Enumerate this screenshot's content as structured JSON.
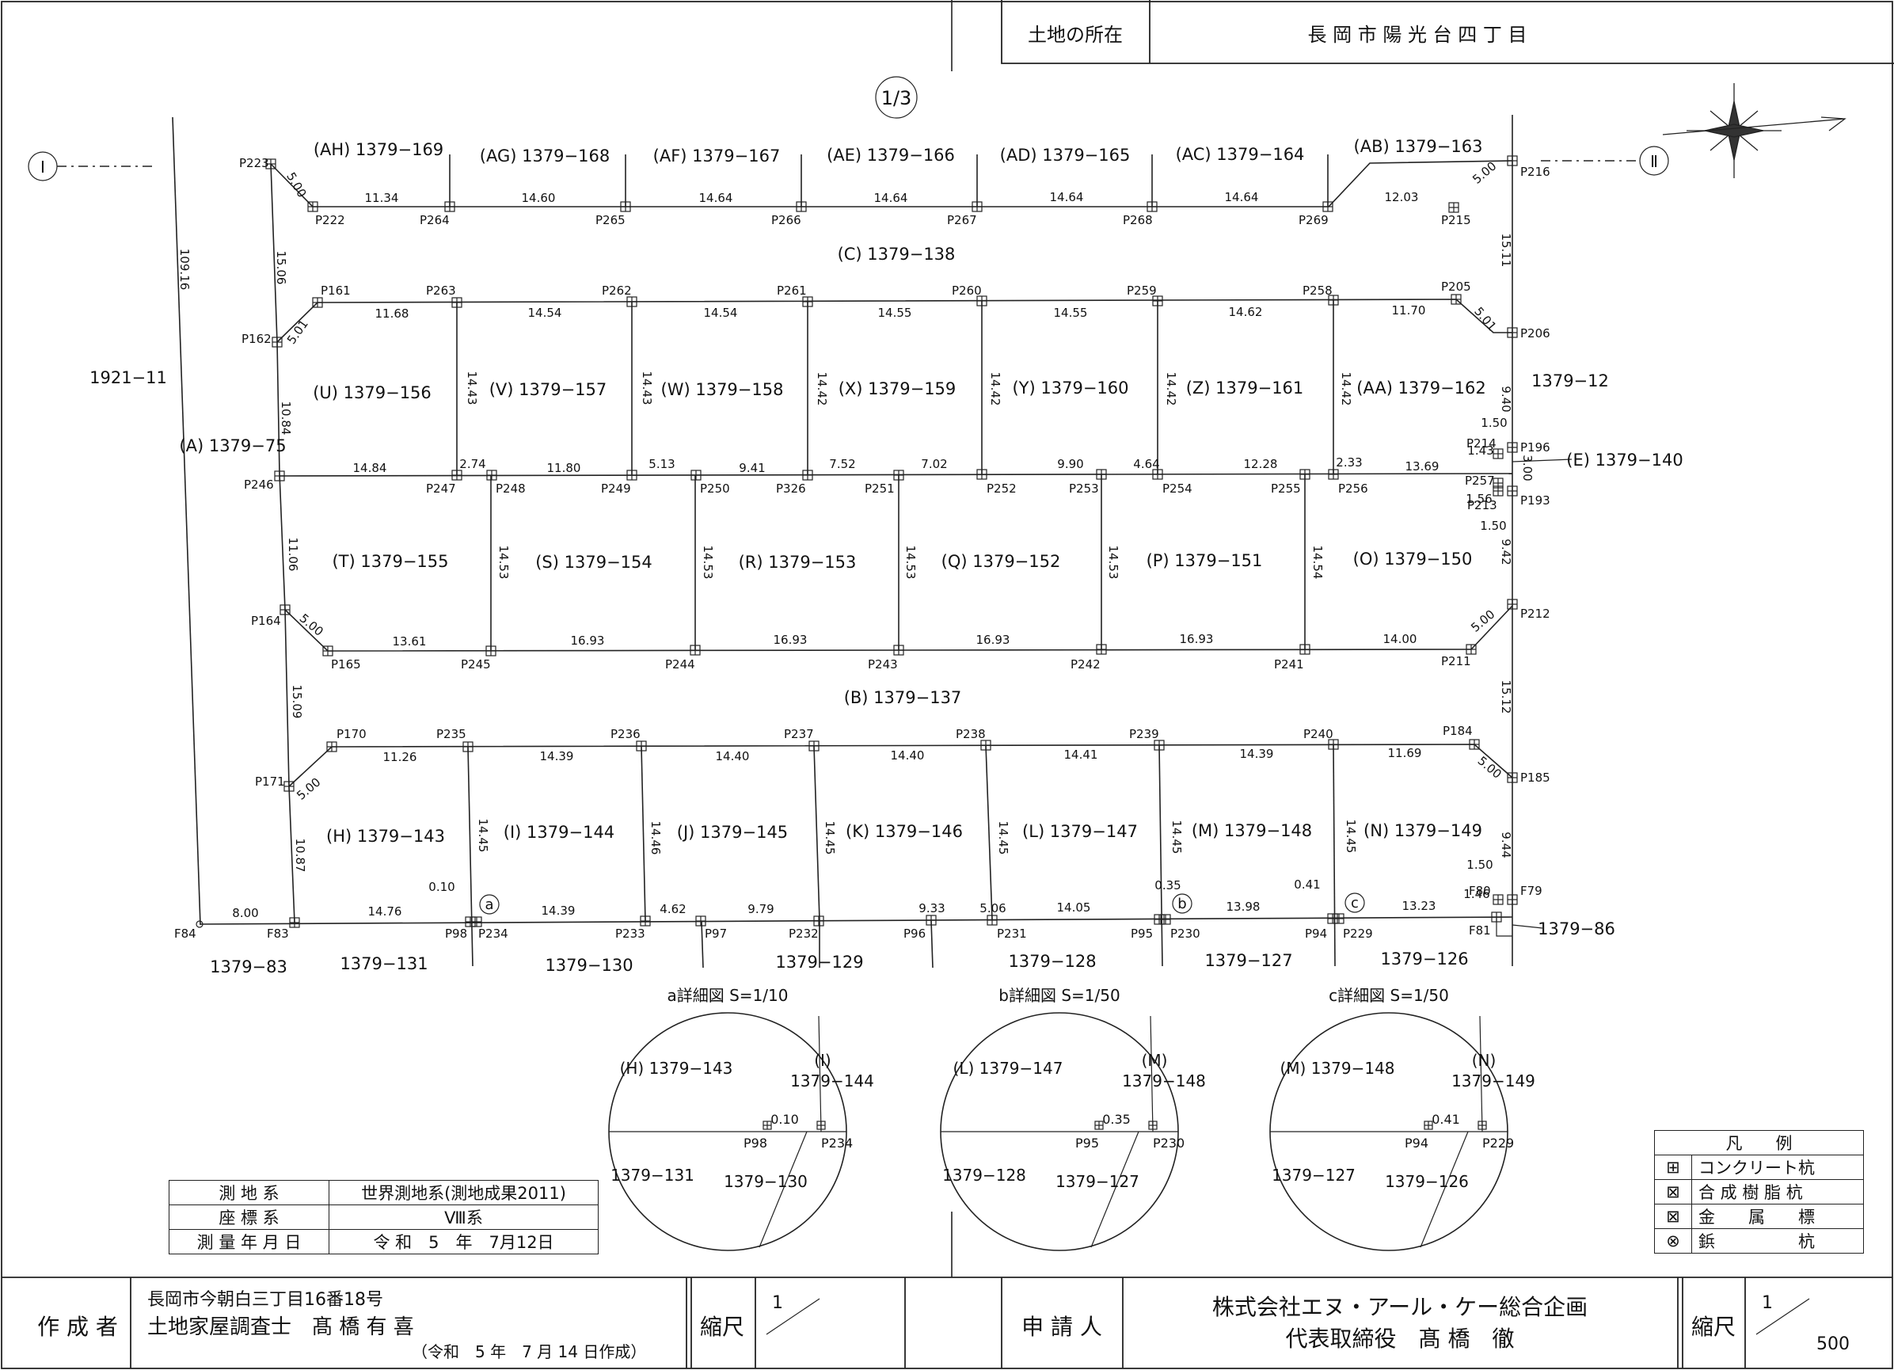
{
  "header": {
    "location_label": "土地の所在",
    "location_value": "長 岡 市 陽 光 台 四 丁 目",
    "page_no": "1/3"
  },
  "markers": {
    "left": "Ⅰ",
    "right": "Ⅱ"
  },
  "parcels": [
    {
      "id": "AH",
      "text": "(AH) 1379−169"
    },
    {
      "id": "AG",
      "text": "(AG) 1379−168"
    },
    {
      "id": "AF",
      "text": "(AF) 1379−167"
    },
    {
      "id": "AE",
      "text": "(AE) 1379−166"
    },
    {
      "id": "AD",
      "text": "(AD) 1379−165"
    },
    {
      "id": "AC",
      "text": "(AC) 1379−164"
    },
    {
      "id": "AB",
      "text": "(AB) 1379−163"
    },
    {
      "id": "C",
      "text": "(C) 1379−138"
    },
    {
      "id": "U",
      "text": "(U) 1379−156"
    },
    {
      "id": "V",
      "text": "(V) 1379−157"
    },
    {
      "id": "W",
      "text": "(W) 1379−158"
    },
    {
      "id": "X",
      "text": "(X) 1379−159"
    },
    {
      "id": "Y",
      "text": "(Y) 1379−160"
    },
    {
      "id": "Z",
      "text": "(Z) 1379−161"
    },
    {
      "id": "AA",
      "text": "(AA) 1379−162"
    },
    {
      "id": "A",
      "text": "(A) 1379−75"
    },
    {
      "id": "n1921",
      "text": "1921−11"
    },
    {
      "id": "n137912",
      "text": "1379−12"
    },
    {
      "id": "E",
      "text": "(E) 1379−140"
    },
    {
      "id": "T",
      "text": "(T) 1379−155"
    },
    {
      "id": "S",
      "text": "(S) 1379−154"
    },
    {
      "id": "R",
      "text": "(R) 1379−153"
    },
    {
      "id": "Q",
      "text": "(Q) 1379−152"
    },
    {
      "id": "P",
      "text": "(P) 1379−151"
    },
    {
      "id": "O",
      "text": "(O) 1379−150"
    },
    {
      "id": "B",
      "text": "(B) 1379−137"
    },
    {
      "id": "H",
      "text": "(H) 1379−143"
    },
    {
      "id": "I",
      "text": "(I) 1379−144"
    },
    {
      "id": "J",
      "text": "(J) 1379−145"
    },
    {
      "id": "K",
      "text": "(K) 1379−146"
    },
    {
      "id": "L",
      "text": "(L) 1379−147"
    },
    {
      "id": "M",
      "text": "(M) 1379−148"
    },
    {
      "id": "N",
      "text": "(N) 1379−149"
    },
    {
      "id": "b83",
      "text": "1379−83"
    },
    {
      "id": "b131",
      "text": "1379−131"
    },
    {
      "id": "b130",
      "text": "1379−130"
    },
    {
      "id": "b129",
      "text": "1379−129"
    },
    {
      "id": "b128",
      "text": "1379−128"
    },
    {
      "id": "b127",
      "text": "1379−127"
    },
    {
      "id": "b126",
      "text": "1379−126"
    },
    {
      "id": "b86",
      "text": "1379−86"
    }
  ],
  "points": [
    "P223",
    "P222",
    "P264",
    "P265",
    "P266",
    "P267",
    "P268",
    "P269",
    "P215",
    "P216",
    "P161",
    "P162",
    "P263",
    "P262",
    "P261",
    "P260",
    "P259",
    "P258",
    "P205",
    "P206",
    "P246",
    "P247",
    "P248",
    "P249",
    "P250",
    "P326",
    "P251",
    "P252",
    "P253",
    "P254",
    "P255",
    "P256",
    "P214",
    "P196",
    "P257",
    "P213",
    "P193",
    "P164",
    "P165",
    "P245",
    "P244",
    "P243",
    "P242",
    "P241",
    "P211",
    "P212",
    "P170",
    "P171",
    "P235",
    "P236",
    "P237",
    "P238",
    "P239",
    "P240",
    "P184",
    "P185",
    "F84",
    "F83",
    "P98",
    "P234",
    "P233",
    "P97",
    "P232",
    "P96",
    "P231",
    "P95",
    "P230",
    "P94",
    "P229",
    "F80",
    "F79",
    "F81"
  ],
  "distances": [
    "5.00",
    "11.34",
    "14.60",
    "14.64",
    "14.64",
    "14.64",
    "14.64",
    "12.03",
    "5.00",
    "15.11",
    "15.06",
    "109.16",
    "5.01",
    "11.68",
    "14.54",
    "14.54",
    "14.55",
    "14.55",
    "14.62",
    "11.70",
    "5.01",
    "9.40",
    "10.84",
    "14.43",
    "14.43",
    "14.42",
    "14.42",
    "14.42",
    "14.42",
    "14.84",
    "2.74",
    "11.80",
    "5.13",
    "9.41",
    "7.52",
    "7.02",
    "9.90",
    "4.64",
    "12.28",
    "2.33",
    "13.69",
    "1.50",
    "1.43",
    "3.00",
    "1.56",
    "1.50",
    "9.42",
    "11.06",
    "14.53",
    "14.53",
    "14.53",
    "14.53",
    "14.54",
    "5.00",
    "13.61",
    "16.93",
    "16.93",
    "16.93",
    "16.93",
    "14.00",
    "5.00",
    "15.12",
    "15.09",
    "11.26",
    "14.39",
    "14.40",
    "14.40",
    "14.41",
    "14.39",
    "11.69",
    "5.00",
    "5.00",
    "10.87",
    "14.45",
    "14.46",
    "14.45",
    "14.45",
    "14.45",
    "14.45",
    "9.44",
    "8.00",
    "14.76",
    "14.39",
    "4.62",
    "9.79",
    "9.33",
    "5.06",
    "14.05",
    "13.98",
    "13.23",
    "0.10",
    "0.35",
    "0.41",
    "1.50",
    "1.46"
  ],
  "detail_marks": [
    "a",
    "b",
    "c"
  ],
  "details": [
    {
      "title": "a詳細図 S=1/10",
      "tl": "(H) 1379−143",
      "tr1": "(I)",
      "tr2": "1379−144",
      "dist": "0.10",
      "pl": "P98",
      "pr": "P234",
      "bl": "1379−131",
      "br": "1379−130"
    },
    {
      "title": "b詳細図 S=1/50",
      "tl": "(L) 1379−147",
      "tr1": "(M)",
      "tr2": "1379−148",
      "dist": "0.35",
      "pl": "P95",
      "pr": "P230",
      "bl": "1379−128",
      "br": "1379−127"
    },
    {
      "title": "c詳細図 S=1/50",
      "tl": "(M) 1379−148",
      "tr1": "(N)",
      "tr2": "1379−149",
      "dist": "0.41",
      "pl": "P94",
      "pr": "P229",
      "bl": "1379−127",
      "br": "1379−126"
    }
  ],
  "survey": {
    "rows": [
      {
        "k": "測 地 系",
        "v": "世界測地系(測地成果2011)"
      },
      {
        "k": "座 標 系",
        "v": "Ⅷ系"
      },
      {
        "k": "測 量 年 月 日",
        "v": "令 和　5　年　7月12日"
      }
    ]
  },
  "legend": {
    "title": "凡　　例",
    "items": [
      {
        "sym": "⊞",
        "label": "コンクリート杭"
      },
      {
        "sym": "⊠",
        "label": "合 成 樹 脂 杭"
      },
      {
        "sym": "⊠",
        "label": "金　　属　　標"
      },
      {
        "sym": "⊗",
        "label": "鋲　　　　　杭"
      }
    ]
  },
  "footer": {
    "author_label": "作 成 者",
    "author_line1": "長岡市今朝白三丁目16番18号",
    "author_line2": "土地家屋調査士　髙 橋 有 喜",
    "author_line3": "（令和　5 年　7 月 14 日作成）",
    "scale_label": "縮尺",
    "scale_left_num": "1",
    "applicant_label": "申 請 人",
    "applicant_line1": "株式会社エヌ・アール・ケー総合企画",
    "applicant_line2": "代表取締役　髙 橋　徹",
    "scale_right_num": "1",
    "scale_right_den": "500"
  }
}
